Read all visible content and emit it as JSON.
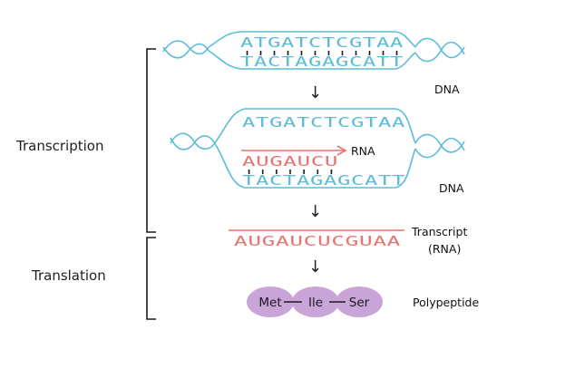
{
  "colors": {
    "dna": "#5bbdd8",
    "rna": "#e87470",
    "peptide": "#c9a4d9",
    "ink": "#1a1a1a"
  },
  "stages": {
    "transcription": "Transcription",
    "translation": "Translation"
  },
  "dna": {
    "top_strand": "ATGATCTCGTAA",
    "bottom_strand": "TACTAGAGCATT",
    "label": "DNA"
  },
  "transcription_bubble": {
    "top_strand": "ATGATCTCGTAA",
    "bottom_strand": "TACTAGAGCATT",
    "rna_partial": "AUGAUCU",
    "rna_label": "RNA",
    "dna_label": "DNA"
  },
  "transcript": {
    "sequence": "AUGAUCUCGUAA",
    "label_line1": "Transcript",
    "label_line2": "(RNA)"
  },
  "polypeptide": {
    "amino_acids": [
      "Met",
      "Ile",
      "Ser"
    ],
    "label": "Polypeptide"
  },
  "arrows": {
    "glyph": "↓"
  }
}
